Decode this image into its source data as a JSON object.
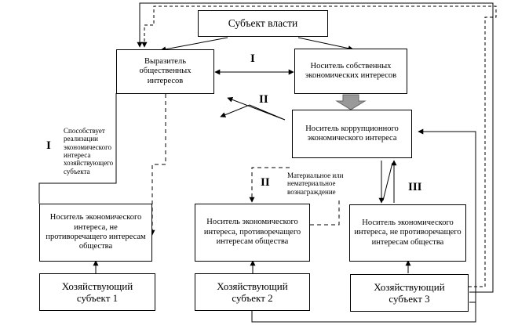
{
  "boxes": {
    "authority": "Субъект власти",
    "public_interest": "Выразитель общественных интересов",
    "own_interest": "Носитель собственных экономических интересов",
    "corrupt_interest": "Носитель коррупционного экономического интереса",
    "non_contra_1": "Носитель экономического интереса, не противоречащего интересам общества",
    "contra_2": "Носитель экономического интереса, противоречащего интересам общества",
    "non_contra_3": "Носитель экономического интереса, не противоречащего интересам общества",
    "entity_1": "Хозяйствующий субъект 1",
    "entity_2": "Хозяйствующий субъект 2",
    "entity_3": "Хозяйствующий субъект 3"
  },
  "labels": {
    "roman_top": "I",
    "roman_middle": "II",
    "roman_left": "I",
    "roman_center": "II",
    "roman_right": "III",
    "facilitates": "Способствует реализации экономического интереса хозяйствующего субъекта",
    "reward": "Материальное или нематериальное вознаграждение"
  }
}
